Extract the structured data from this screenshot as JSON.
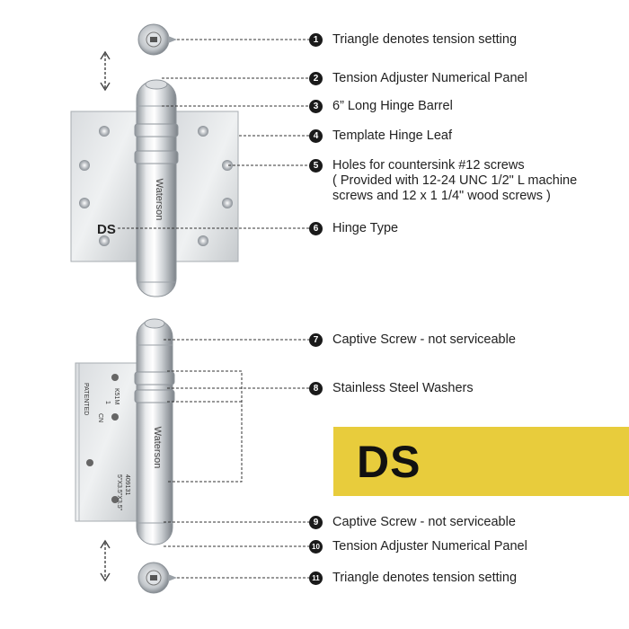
{
  "callouts": [
    {
      "num": "1",
      "label": "Triangle denotes tension setting"
    },
    {
      "num": "2",
      "label": "Tension Adjuster Numerical Panel"
    },
    {
      "num": "3",
      "label": "6” Long Hinge Barrel"
    },
    {
      "num": "4",
      "label": "Template Hinge Leaf"
    },
    {
      "num": "5",
      "label": "Holes for countersink #12 screws",
      "sub_lines": [
        "( Provided with 12-24 UNC 1/2\" L machine",
        "screws and 12 x 1 1/4\" wood screws )"
      ]
    },
    {
      "num": "6",
      "label": "Hinge Type"
    },
    {
      "num": "7",
      "label": "Captive Screw - not serviceable"
    },
    {
      "num": "8",
      "label": "Stainless Steel Washers"
    },
    {
      "num": "9",
      "label": "Captive Screw - not serviceable"
    },
    {
      "num": "10",
      "label": "Tension Adjuster Numerical Panel"
    },
    {
      "num": "11",
      "label": "Triangle denotes tension setting"
    }
  ],
  "hinge_type_label": "DS",
  "banner_text": "DS",
  "brand": "Waterson",
  "leaf_markings": [
    "K51M",
    "1",
    "CN",
    "PATENTED",
    "409131",
    "5\"X3.5\"X3.5\""
  ],
  "colors": {
    "banner": "#e8cc3c",
    "steel_light": "#eceef0",
    "steel_dark": "#9aa0a6",
    "callout_circle": "#1a1a1a"
  }
}
